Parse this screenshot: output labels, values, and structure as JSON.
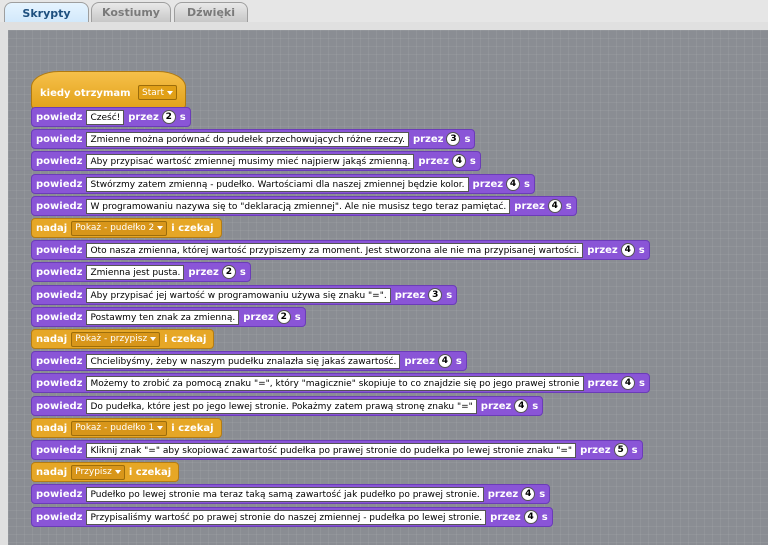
{
  "tabs": [
    {
      "label": "Skrypty",
      "active": true
    },
    {
      "label": "Kostiumy",
      "active": false
    },
    {
      "label": "Dźwięki",
      "active": false
    }
  ],
  "hat": {
    "label": "kiedy otrzymam",
    "message": "Start"
  },
  "labels": {
    "say": "powiedz",
    "for": "przez",
    "unit": "s",
    "broadcast": "nadaj",
    "wait": "i czekaj"
  },
  "blocks": [
    {
      "type": "say",
      "text": "Cześć!",
      "secs": "2"
    },
    {
      "type": "say",
      "text": "Zmienne można porównać do pudełek przechowujących różne rzeczy.",
      "secs": "3"
    },
    {
      "type": "say",
      "text": "Aby przypisać wartość zmiennej musimy mieć najpierw jakąś zmienną.",
      "secs": "4"
    },
    {
      "type": "say",
      "text": "Stwórzmy zatem zmienną - pudełko. Wartościami dla naszej zmiennej będzie kolor.",
      "secs": "4"
    },
    {
      "type": "say",
      "text": "W programowaniu nazywa się to \"deklaracją zmiennej\". Ale nie musisz tego teraz pamiętać.",
      "secs": "4"
    },
    {
      "type": "broadcast",
      "message": "Pokaż - pudełko 2"
    },
    {
      "type": "say",
      "text": "Oto nasza zmienna, której wartość przypiszemy za moment. Jest stworzona ale nie ma przypisanej wartości.",
      "secs": "4"
    },
    {
      "type": "say",
      "text": "Zmienna jest pusta.",
      "secs": "2"
    },
    {
      "type": "say",
      "text": "Aby przypisać jej wartość w programowaniu używa się znaku \"=\".",
      "secs": "3"
    },
    {
      "type": "say",
      "text": "Postawmy ten znak za zmienną.",
      "secs": "2"
    },
    {
      "type": "broadcast",
      "message": "Pokaż - przypisz"
    },
    {
      "type": "say",
      "text": "Chcielibyśmy, żeby w naszym pudełku znalazła się jakaś zawartość.",
      "secs": "4"
    },
    {
      "type": "say",
      "text": "Możemy to zrobić za pomocą znaku \"=\", który \"magicznie\" skopiuje to co znajdzie się po jego prawej stronie",
      "secs": "4"
    },
    {
      "type": "say",
      "text": "Do pudełka, które jest po jego lewej stronie. Pokażmy zatem prawą stronę znaku \"=\"",
      "secs": "4"
    },
    {
      "type": "broadcast",
      "message": "Pokaż - pudełko 1"
    },
    {
      "type": "say",
      "text": "Kliknij znak \"=\" aby skopiować zawartość pudełka po prawej stronie do pudełka po lewej stronie znaku \"=\"",
      "secs": "5"
    },
    {
      "type": "broadcast",
      "message": "Przypisz"
    },
    {
      "type": "say",
      "text": "Pudełko po lewej stronie ma teraz taką samą zawartość jak pudełko po prawej stronie.",
      "secs": "4"
    },
    {
      "type": "say",
      "text": "Przypisaliśmy wartość po prawej stronie do naszej zmiennej - pudełka po lewej stronie.",
      "secs": "4"
    }
  ]
}
